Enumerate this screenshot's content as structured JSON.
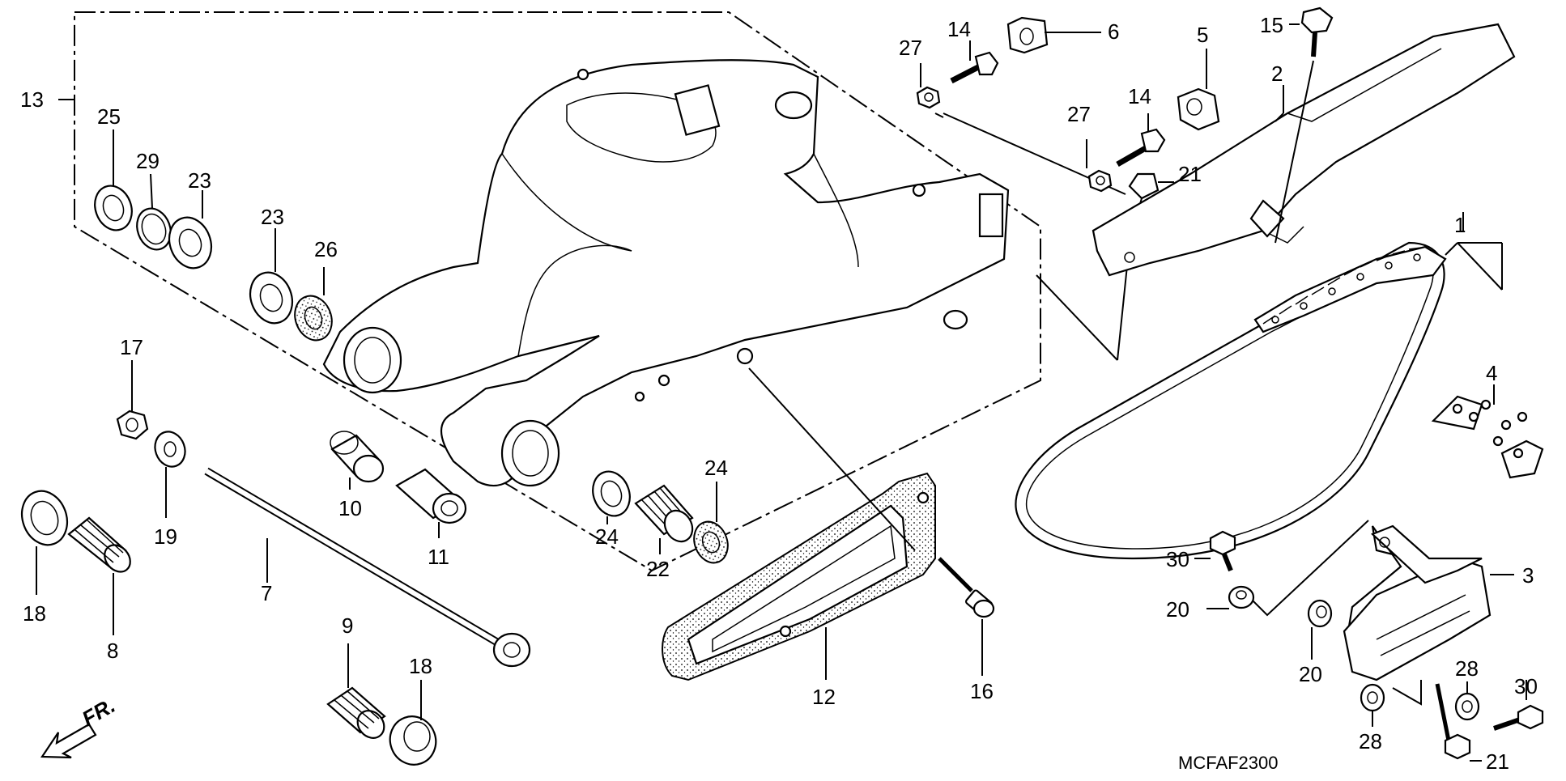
{
  "diagram": {
    "callouts": [
      {
        "id": "13",
        "label": "13"
      },
      {
        "id": "25",
        "label": "25"
      },
      {
        "id": "29",
        "label": "29"
      },
      {
        "id": "23a",
        "label": "23"
      },
      {
        "id": "23b",
        "label": "23"
      },
      {
        "id": "26",
        "label": "26"
      },
      {
        "id": "17",
        "label": "17"
      },
      {
        "id": "19",
        "label": "19"
      },
      {
        "id": "18a",
        "label": "18"
      },
      {
        "id": "8",
        "label": "8"
      },
      {
        "id": "10",
        "label": "10"
      },
      {
        "id": "11",
        "label": "11"
      },
      {
        "id": "7",
        "label": "7"
      },
      {
        "id": "9",
        "label": "9"
      },
      {
        "id": "18b",
        "label": "18"
      },
      {
        "id": "24a",
        "label": "24"
      },
      {
        "id": "24b",
        "label": "24"
      },
      {
        "id": "22",
        "label": "22"
      },
      {
        "id": "12",
        "label": "12"
      },
      {
        "id": "16",
        "label": "16"
      },
      {
        "id": "27a",
        "label": "27"
      },
      {
        "id": "14a",
        "label": "14"
      },
      {
        "id": "6",
        "label": "6"
      },
      {
        "id": "27b",
        "label": "27"
      },
      {
        "id": "14b",
        "label": "14"
      },
      {
        "id": "21a",
        "label": "21"
      },
      {
        "id": "5",
        "label": "5"
      },
      {
        "id": "15",
        "label": "15"
      },
      {
        "id": "2",
        "label": "2"
      },
      {
        "id": "1",
        "label": "1"
      },
      {
        "id": "4",
        "label": "4"
      },
      {
        "id": "3",
        "label": "3"
      },
      {
        "id": "30a",
        "label": "30"
      },
      {
        "id": "20a",
        "label": "20"
      },
      {
        "id": "20b",
        "label": "20"
      },
      {
        "id": "28a",
        "label": "28"
      },
      {
        "id": "28b",
        "label": "28"
      },
      {
        "id": "30b",
        "label": "30"
      },
      {
        "id": "21b",
        "label": "21"
      }
    ],
    "direction_label": "FR.",
    "figure_code": "MCFAF2300"
  }
}
